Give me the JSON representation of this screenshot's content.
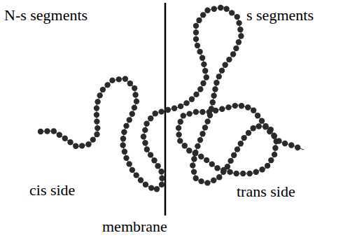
{
  "diagram": {
    "labels": [
      "N-s segments",
      "s segments",
      "cis side",
      "trans side",
      "membrane"
    ]
  }
}
